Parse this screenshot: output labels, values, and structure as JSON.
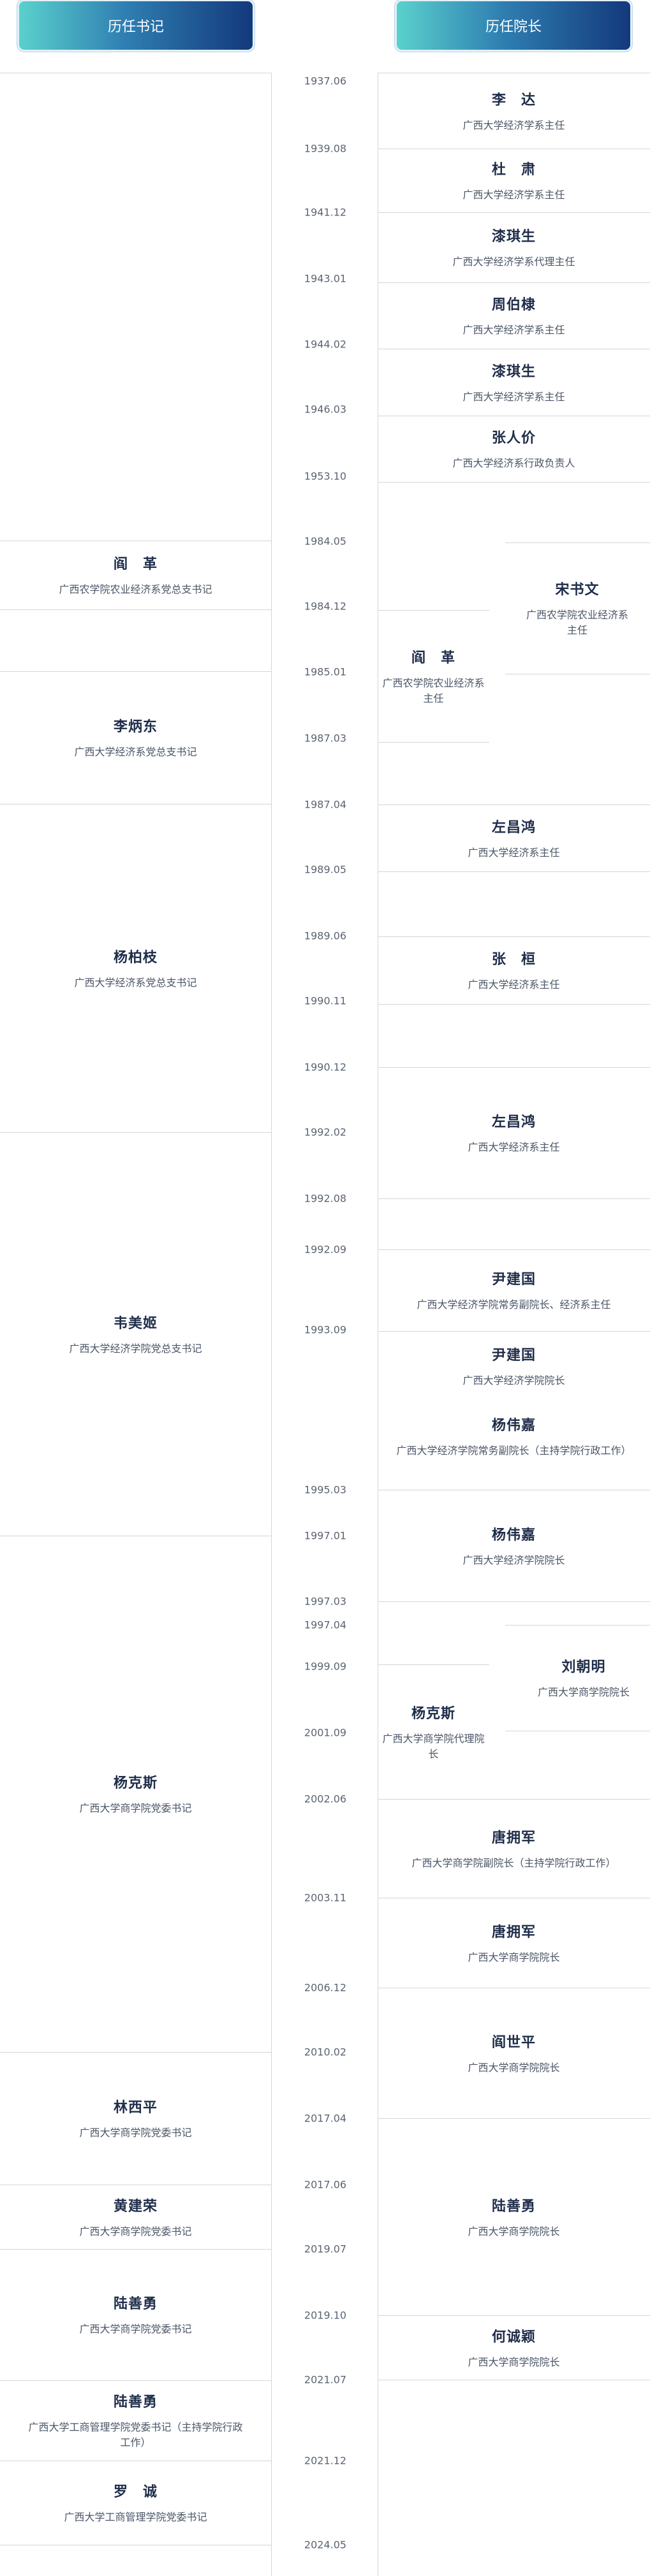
{
  "headers": {
    "secretaries": "历任书记",
    "deans": "历任院长"
  },
  "dates": [
    "1937.06",
    "1939.08",
    "1941.12",
    "1943.01",
    "1944.02",
    "1946.03",
    "1953.10",
    "1984.05",
    "1984.12",
    "1985.01",
    "1987.03",
    "1987.04",
    "1989.05",
    "1989.06",
    "1990.11",
    "1990.12",
    "1992.02",
    "1992.08",
    "1992.09",
    "1993.09",
    "1995.03",
    "1997.01",
    "1997.03",
    "1997.04",
    "1999.09",
    "2001.09",
    "2002.06",
    "2003.11",
    "2006.12",
    "2010.02",
    "2017.04",
    "2017.06",
    "2019.07",
    "2019.10",
    "2021.07",
    "2021.12",
    "2024.05"
  ],
  "secretaries": [
    {
      "name": "阎　革",
      "role": "广西农学院农业经济系党总支书记"
    },
    {
      "name": "李炳东",
      "role": "广西大学经济系党总支书记"
    },
    {
      "name": "杨柏枝",
      "role": "广西大学经济系党总支书记"
    },
    {
      "name": "韦美姬",
      "role": "广西大学经济学院党总支书记"
    },
    {
      "name": "杨克斯",
      "role": "广西大学商学院党委书记"
    },
    {
      "name": "林西平",
      "role": "广西大学商学院党委书记"
    },
    {
      "name": "黄建荣",
      "role": "广西大学商学院党委书记"
    },
    {
      "name": "陆善勇",
      "role": "广西大学商学院党委书记"
    },
    {
      "name": "陆善勇",
      "role": "广西大学工商管理学院党委书记（主持学院行政工作）"
    },
    {
      "name": "罗　诚",
      "role": "广西大学工商管理学院党委书记"
    }
  ],
  "deans": [
    {
      "name": "李　达",
      "role": "广西大学经济学系主任"
    },
    {
      "name": "杜　肃",
      "role": "广西大学经济学系主任"
    },
    {
      "name": "漆琪生",
      "role": "广西大学经济学系代理主任"
    },
    {
      "name": "周伯棣",
      "role": "广西大学经济学系主任"
    },
    {
      "name": "漆琪生",
      "role": "广西大学经济学系主任"
    },
    {
      "name": "张人价",
      "role": "广西大学经济系行政负责人"
    },
    {
      "name": "宋书文",
      "role": "广西农学院农业经济系主任"
    },
    {
      "name": "阎　革",
      "role": "广西农学院农业经济系主任"
    },
    {
      "name": "左昌鸿",
      "role": "广西大学经济系主任"
    },
    {
      "name": "张　桓",
      "role": "广西大学经济系主任"
    },
    {
      "name": "左昌鸿",
      "role": "广西大学经济系主任"
    },
    {
      "name": "尹建国",
      "role": "广西大学经济学院常务副院长、经济系主任"
    },
    {
      "name": "尹建国",
      "role": "广西大学经济学院院长"
    },
    {
      "name": "杨伟嘉",
      "role": "广西大学经济学院常务副院长（主持学院行政工作）"
    },
    {
      "name": "杨伟嘉",
      "role": "广西大学经济学院院长"
    },
    {
      "name": "刘朝明",
      "role": "广西大学商学院院长"
    },
    {
      "name": "杨克斯",
      "role": "广西大学商学院代理院长"
    },
    {
      "name": "唐拥军",
      "role": "广西大学商学院副院长（主持学院行政工作）"
    },
    {
      "name": "唐拥军",
      "role": "广西大学商学院院长"
    },
    {
      "name": "阎世平",
      "role": "广西大学商学院院长"
    },
    {
      "name": "陆善勇",
      "role": "广西大学商学院院长"
    },
    {
      "name": "何诚颖",
      "role": "广西大学商学院院长"
    }
  ]
}
